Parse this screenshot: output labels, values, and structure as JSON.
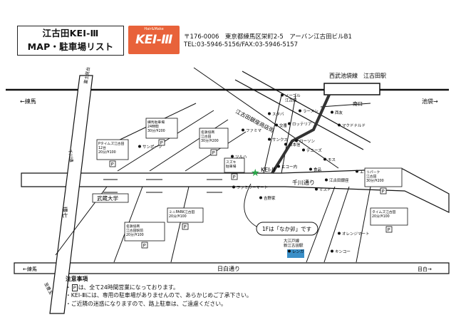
{
  "header": {
    "title_line1": "江古田KEI-Ⅲ",
    "title_line2": "MAP・駐車場リスト",
    "logo_text": "KEI-Ⅲ",
    "logo_small": "Hair&Make",
    "address": "〒176-0006　東京都練馬区栄町2-5　アーバン江古田ビルB1",
    "tel_fax": "TEL:03-5946-5156/FAX:03-5946-5157"
  },
  "map": {
    "station_line": "西武池袋線　江古田駅",
    "dir_left": "←練馬",
    "dir_right": "池袋→",
    "streets": {
      "shopping_street": "千川通り",
      "hibi_street": "日白通り",
      "ekoda_arcade": "江古田銀座商店街",
      "bottom_left": "←練馬",
      "bottom_right": "目白→",
      "kampachi": "環七",
      "senkawa": "千川通",
      "toyotama": "至豊玉",
      "fuji_road": "富士見台",
      "minami": "南口"
    },
    "landmarks": {
      "musashi": "武蔵大学",
      "kei": "KEI-Ⅲ",
      "note_callout": "1Fは「なか卯」です",
      "ekoda_station_label": "大江戸線\n新江古田駅",
      "mcdonalds": "マクドナルド",
      "lotteria": "ロッテリア",
      "seiyu": "西友",
      "denny": "デニーズ",
      "familymart": "ファミリーマート",
      "ginza": "江古田銀座",
      "sankus": "サンクス",
      "family": "ファミマ",
      "lawson": "ローソン",
      "mister": "ミスド",
      "orange": "オレンジマート",
      "yoshinoya": "吉野家",
      "mos": "モス",
      "ekouchi": "エコー内",
      "nisshin": "日本信",
      "tsuruha": "ツルハ",
      "sanpo": "サンポーツ",
      "renga": "レンガ",
      "kinko": "キンコー",
      "nova": "ノーブル\n江古田",
      "ramen": "ラーメン",
      "sutaba": "スタバ",
      "kouban": "交番",
      "elie": "エリエ",
      "shokuhin": "食品"
    },
    "parking": [
      {
        "id": "p1",
        "label": "Pタイムズ江古田\n12台\n20分/¥100"
      },
      {
        "id": "p2",
        "label": "練馬駐車場\n24時間\n30分/¥200"
      },
      {
        "id": "p3",
        "label": "名鉄協商\n江古田\n30分/¥200"
      },
      {
        "id": "p4",
        "label": "スズキ\n駐車場"
      },
      {
        "id": "p5",
        "label": "リパーク\n江古田\n30分/¥200"
      },
      {
        "id": "p6",
        "label": "ミニPARK江古田\n20分/¥100"
      },
      {
        "id": "p7",
        "label": "タイムズ江古田\n20分/¥100"
      },
      {
        "id": "p8",
        "label": "名鉄協商\n江古田駅前\n20分/¥100"
      }
    ]
  },
  "notes": {
    "heading": "注意事項",
    "line1_pre": "・",
    "line1_post": "は、全て24時間営業になっております。",
    "line2": "・KEI-Ⅲには、専用の駐車場がありませんので、あらかじめご了承下さい。",
    "line3": "・ご近隣の迷惑になりますので、路上駐車は、ご遠慮ください。",
    "pk_symbol": "P"
  },
  "colors": {
    "logo": "#e8623a",
    "green_star": "#2aa84a",
    "station_blue": "#3a8fc8"
  }
}
